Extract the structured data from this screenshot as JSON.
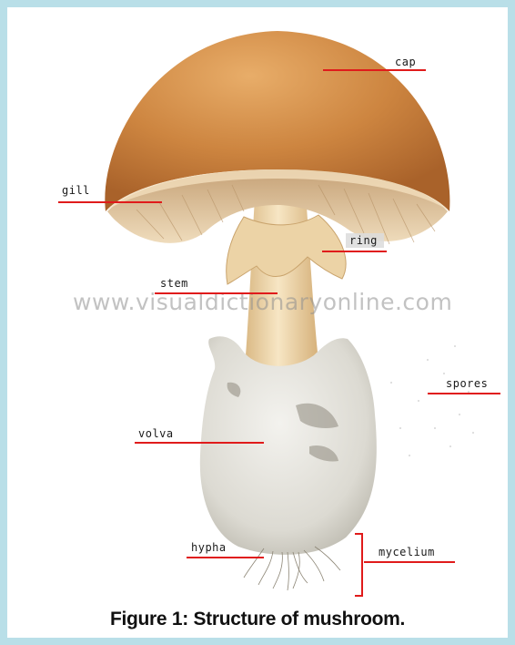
{
  "diagram": {
    "watermark": "www.visualdictionaryonline.com",
    "labels": {
      "cap": "cap",
      "gill": "gill",
      "ring": "ring",
      "stem": "stem",
      "spores": "spores",
      "volva": "volva",
      "hypha": "hypha",
      "mycelium": "mycelium"
    },
    "colors": {
      "leader_line": "#e01b1b",
      "cap": "#c9803c",
      "gill": "#e7c9a0",
      "stem": "#f0d9ab",
      "volva": "#e3e2dc",
      "background": "#b9dfe8"
    }
  },
  "caption": {
    "prefix": "Figure 1",
    "text": ": Structure of mushroom."
  }
}
